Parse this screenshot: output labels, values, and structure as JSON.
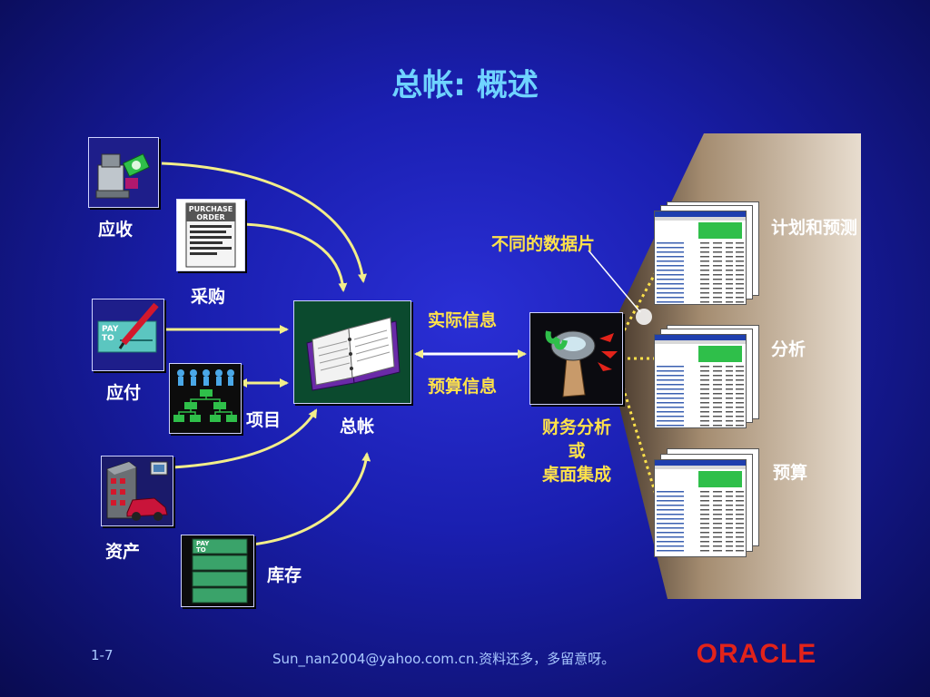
{
  "slide": {
    "title": "总帐: 概述",
    "page_number": "1-7",
    "footer_text": "Sun_nan2004@yahoo.com.cn.资料还多，多留意呀。",
    "logo_text": "ORACLE"
  },
  "sources": [
    {
      "label": "应收",
      "icon": "cash-register-icon"
    },
    {
      "label": "采购",
      "icon": "purchase-order-icon",
      "doc_title": "PURCHASE ORDER"
    },
    {
      "label": "应付",
      "icon": "check-pen-icon",
      "doc_text": "PAY TO"
    },
    {
      "label": "项目",
      "icon": "org-chart-icon"
    },
    {
      "label": "资产",
      "icon": "building-car-icon"
    },
    {
      "label": "库存",
      "icon": "checks-stack-icon",
      "doc_text": "PAY TO"
    }
  ],
  "center": {
    "label": "总帐",
    "icon": "ledger-book-icon"
  },
  "flows": {
    "actual": "实际信息",
    "budget": "预算信息"
  },
  "analysis": {
    "line1": "财务分析",
    "line2": "或",
    "line3": "桌面集成",
    "icon": "magnifier-icon"
  },
  "callout": "不同的数据片",
  "outputs": [
    {
      "label": "计划和预测"
    },
    {
      "label": "分析"
    },
    {
      "label": "预算"
    }
  ],
  "colors": {
    "title": "#6fd3ff",
    "flow_label": "#ffe24a",
    "arrow": "#f3ee8a",
    "logo": "#e2231a"
  }
}
